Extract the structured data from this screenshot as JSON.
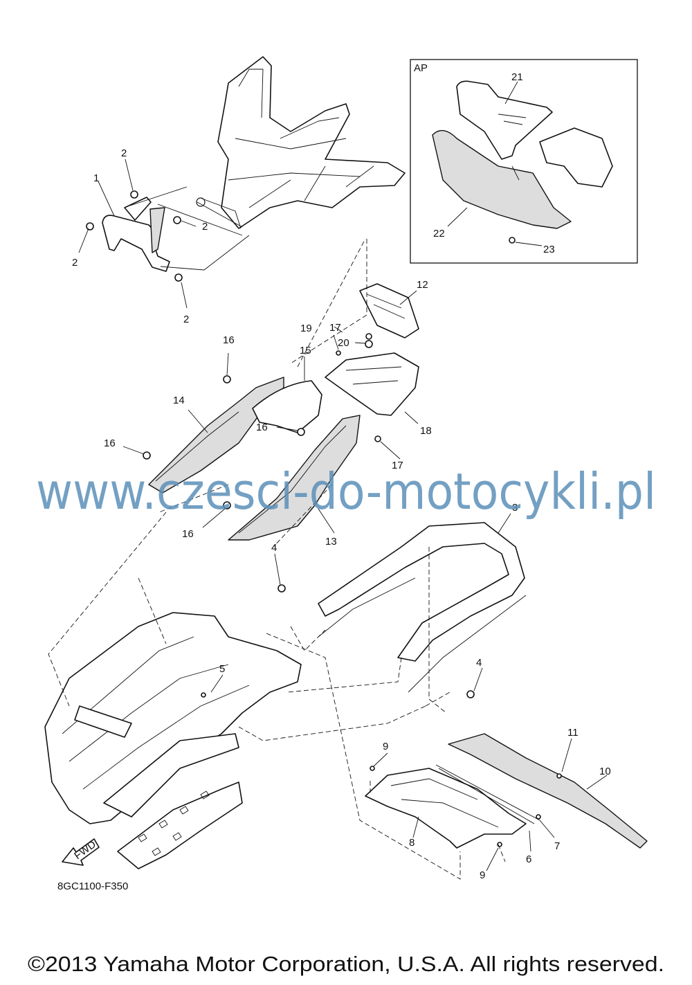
{
  "diagram": {
    "inset_label": "AP",
    "diagram_code": "8GC1100-F350",
    "fwd_badge": "FWD",
    "watermark": "www.czesci-do-motocykli.pl",
    "copyright": "©2013 Yamaha Motor Corporation, U.S.A. All rights reserved.",
    "callouts": [
      {
        "id": "c2a",
        "text": "2"
      },
      {
        "id": "c1",
        "text": "1"
      },
      {
        "id": "c2b",
        "text": "2"
      },
      {
        "id": "c2c",
        "text": "2"
      },
      {
        "id": "c2d",
        "text": "2"
      },
      {
        "id": "c21",
        "text": "21"
      },
      {
        "id": "c22",
        "text": "22"
      },
      {
        "id": "c23",
        "text": "23"
      },
      {
        "id": "c12",
        "text": "12"
      },
      {
        "id": "c17a",
        "text": "17"
      },
      {
        "id": "c19",
        "text": "19"
      },
      {
        "id": "c20",
        "text": "20"
      },
      {
        "id": "c16a",
        "text": "16"
      },
      {
        "id": "c15",
        "text": "15"
      },
      {
        "id": "c14",
        "text": "14"
      },
      {
        "id": "c16b",
        "text": "16"
      },
      {
        "id": "c18",
        "text": "18"
      },
      {
        "id": "c16c",
        "text": "16"
      },
      {
        "id": "c17b",
        "text": "17"
      },
      {
        "id": "c3",
        "text": "3"
      },
      {
        "id": "c16d",
        "text": "16"
      },
      {
        "id": "c13",
        "text": "13"
      },
      {
        "id": "c4a",
        "text": "4"
      },
      {
        "id": "c4b",
        "text": "4"
      },
      {
        "id": "c5",
        "text": "5"
      },
      {
        "id": "c11",
        "text": "11"
      },
      {
        "id": "c9a",
        "text": "9"
      },
      {
        "id": "c10",
        "text": "10"
      },
      {
        "id": "c7",
        "text": "7"
      },
      {
        "id": "c8",
        "text": "8"
      },
      {
        "id": "c6",
        "text": "6"
      },
      {
        "id": "c9b",
        "text": "9"
      }
    ]
  }
}
